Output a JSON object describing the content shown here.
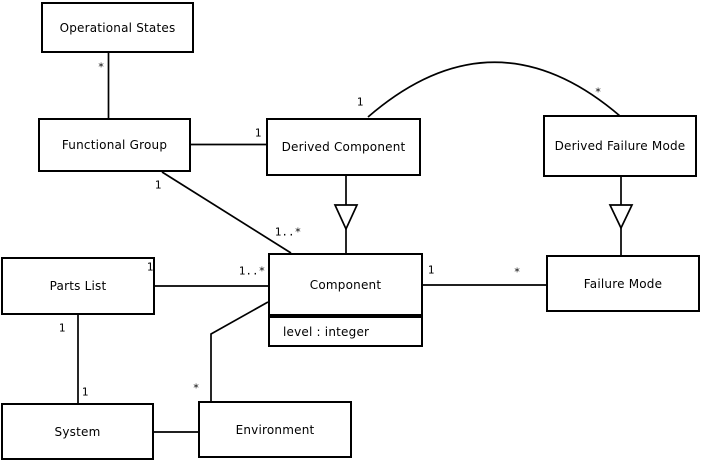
{
  "diagram": {
    "type": "uml-class-diagram",
    "classes": {
      "operational_states": {
        "name": "Operational States"
      },
      "functional_group": {
        "name": "Functional Group"
      },
      "derived_component": {
        "name": "Derived Component"
      },
      "derived_failure_mode": {
        "name": "Derived Failure Mode"
      },
      "parts_list": {
        "name": "Parts List"
      },
      "component": {
        "name": "Component",
        "attributes": [
          "level : integer"
        ]
      },
      "failure_mode": {
        "name": "Failure Mode"
      },
      "system": {
        "name": "System"
      },
      "environment": {
        "name": "Environment"
      }
    },
    "multiplicities": {
      "operational_states_end": "*",
      "fg_derived_component_end": "1",
      "fg_component_source": "1",
      "fg_component_target": "1..*",
      "arc_derived_component_end": "1",
      "arc_derived_failure_mode_end": "*",
      "parts_list_component_source": "1",
      "parts_list_component_target": "1..*",
      "component_failure_mode_source": "1",
      "component_failure_mode_target": "*",
      "parts_list_system_source": "1",
      "parts_list_system_target": "1",
      "component_environment_end": "*"
    },
    "relationships": [
      {
        "from": "Operational States",
        "to": "Functional Group",
        "type": "association",
        "from_multiplicity": "*"
      },
      {
        "from": "Functional Group",
        "to": "Derived Component",
        "type": "association",
        "to_multiplicity": "1"
      },
      {
        "from": "Functional Group",
        "to": "Component",
        "type": "association",
        "from_multiplicity": "1",
        "to_multiplicity": "1..*"
      },
      {
        "from": "Derived Component",
        "to": "Derived Failure Mode",
        "type": "association-arc",
        "from_multiplicity": "1",
        "to_multiplicity": "*"
      },
      {
        "from": "Derived Component",
        "to": "Component",
        "type": "generalization"
      },
      {
        "from": "Derived Failure Mode",
        "to": "Failure Mode",
        "type": "generalization"
      },
      {
        "from": "Parts List",
        "to": "Component",
        "type": "association",
        "from_multiplicity": "1",
        "to_multiplicity": "1..*"
      },
      {
        "from": "Component",
        "to": "Failure Mode",
        "type": "association",
        "from_multiplicity": "1",
        "to_multiplicity": "*"
      },
      {
        "from": "Parts List",
        "to": "System",
        "type": "association",
        "from_multiplicity": "1",
        "to_multiplicity": "1"
      },
      {
        "from": "Component",
        "to": "Environment",
        "type": "association",
        "to_multiplicity": "*"
      },
      {
        "from": "System",
        "to": "Environment",
        "type": "association"
      }
    ],
    "colors": {
      "background": "#ffffff",
      "box_fill": "#ffffff",
      "line": "#000000",
      "text": "#000000"
    }
  }
}
